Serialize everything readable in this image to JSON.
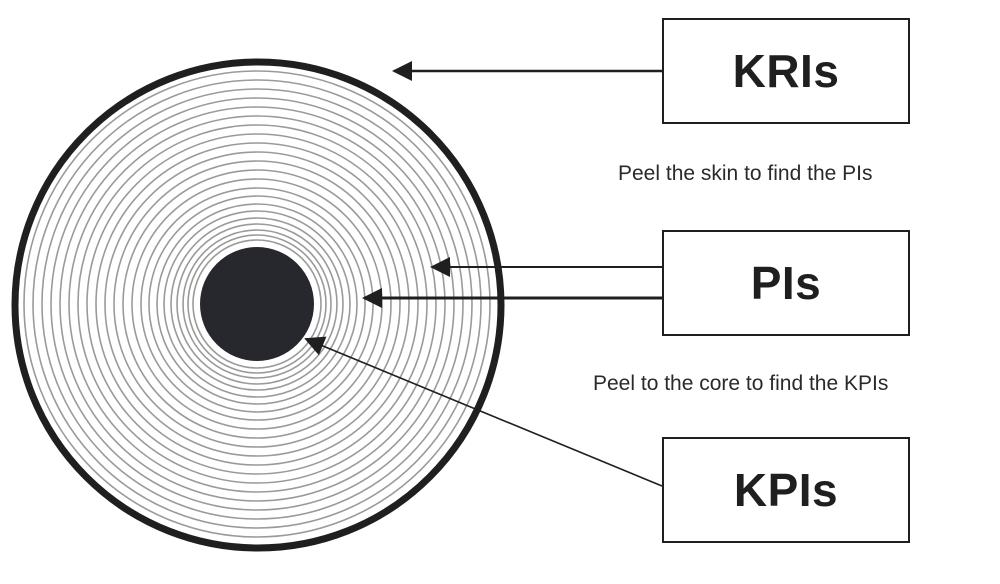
{
  "boxes": {
    "kris": "KRIs",
    "pis": "PIs",
    "kpis": "KPIs"
  },
  "captions": {
    "skin": "Peel the skin to find the PIs",
    "core": "Peel to the core to find the KPIs"
  },
  "colors": {
    "outline": "#1f1f1f",
    "rings": "#9a9a9a",
    "core": "#27282d",
    "background": "#ffffff"
  }
}
